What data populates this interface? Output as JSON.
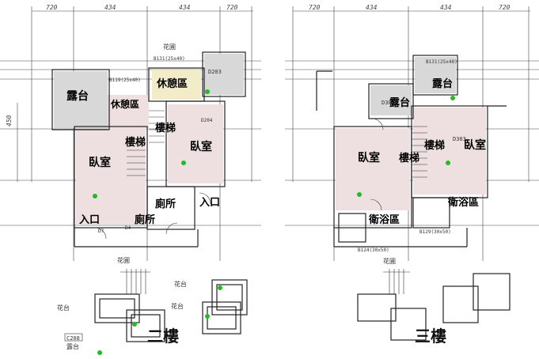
{
  "dims_top": [
    "720",
    "434",
    "434",
    "720"
  ],
  "dim_side": "450",
  "floor2": {
    "title": "二樓",
    "rooms": {
      "balcony": "露台",
      "lounge_left": "休憩區",
      "lounge_top": "休憩區",
      "stair_center": "樓梯",
      "stair_right": "樓梯",
      "bedroom_left": "臥室",
      "bedroom_right": "臥室",
      "toilet_center": "廁所",
      "toilet_bottom": "廁所",
      "entrance_left": "入口",
      "entrance_right": "入口",
      "flower_top": "花圃",
      "flower_bottom": "花圃",
      "flower_steps": "花台",
      "flower_steps2": "花台",
      "flower_left": "花台",
      "terrace_bottom": "露台"
    },
    "tags": {
      "d203": "D203",
      "d204": "D204",
      "b119": "B119(25x40)",
      "b131": "B131(25x40)",
      "c208": "C208",
      "d4": "D4",
      "d7": "D7"
    }
  },
  "floor3": {
    "title": "三樓",
    "rooms": {
      "balcony": "露台",
      "balcony_mid": "露台",
      "stair_center": "樓梯",
      "stair_right": "樓梯",
      "bedroom_left": "臥室",
      "bedroom_right": "臥室",
      "bath_center": "衛浴區",
      "bath_right": "衛浴區",
      "flower_bottom": "花圃"
    },
    "tags": {
      "d302": "D302",
      "d303": "D303",
      "b131": "B131(25x40)",
      "b129": "B129(30x50)",
      "b124": "B124(30x50)"
    }
  }
}
